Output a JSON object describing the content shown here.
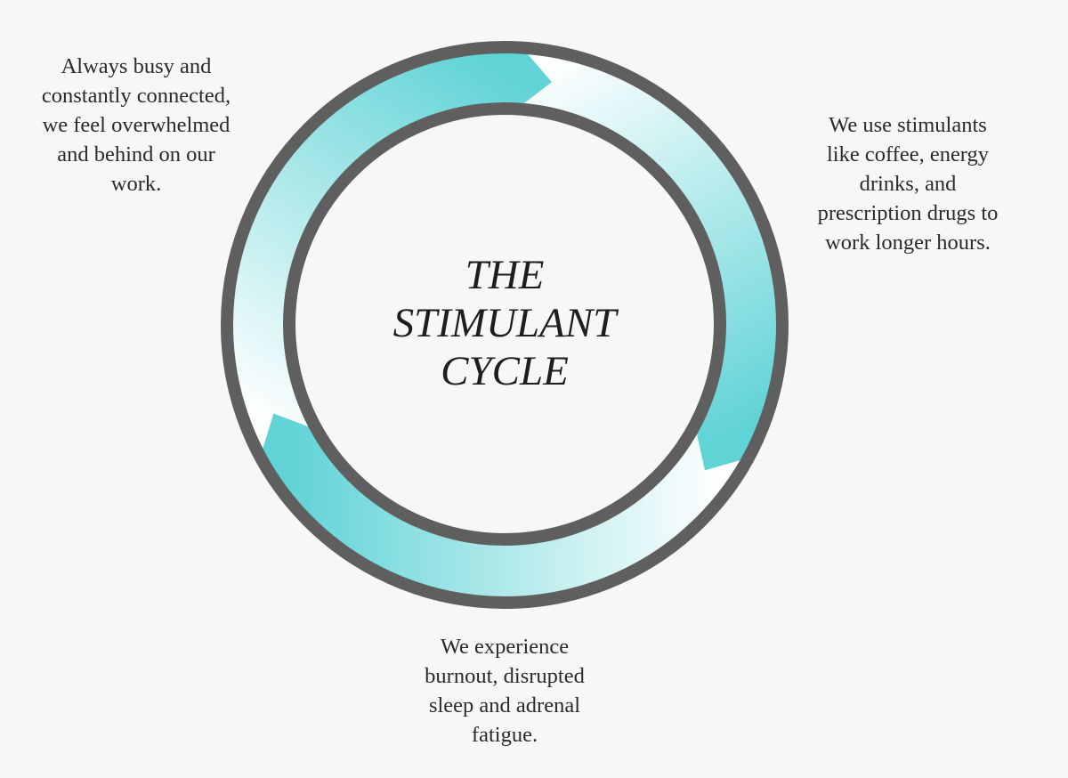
{
  "title": {
    "lines": [
      "THE",
      "STIMULANT",
      "CYCLE"
    ]
  },
  "captions": {
    "left": [
      "Always busy and",
      "constantly connected,",
      "we feel overwhelmed",
      "and behind on our",
      "work."
    ],
    "right": [
      "We use stimulants",
      "like coffee, energy",
      "drinks, and",
      "prescription drugs to",
      "work longer hours."
    ],
    "bottom": [
      "We experience",
      "burnout, disrupted",
      "sleep and adrenal",
      "fatigue."
    ]
  },
  "colors": {
    "accent": "#5fd3d6",
    "ring": "#5f5f5f",
    "background": "#f7f7f7"
  }
}
